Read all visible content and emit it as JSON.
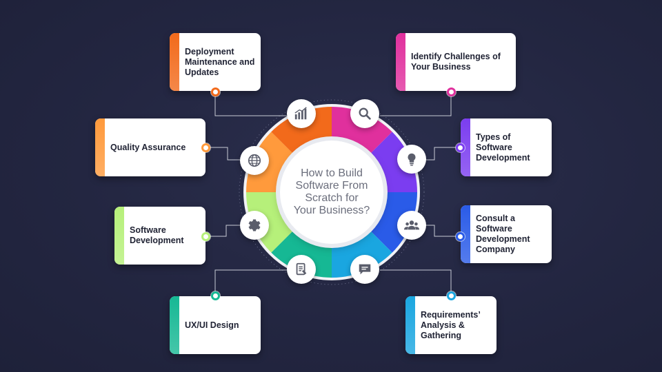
{
  "center": {
    "lines": [
      "How to Build",
      "Software From",
      "Scratch for",
      "Your Business?"
    ]
  },
  "steps": [
    {
      "label": "Identify Challenges of Your Business",
      "color": "#e0309d"
    },
    {
      "label": "Types of Software Development",
      "color": "#7b3df0"
    },
    {
      "label": "Consult a Software Development Company",
      "color": "#2a5be8"
    },
    {
      "label": "Requirements’ Analysis & Gathering",
      "color": "#1aa6e0"
    },
    {
      "label": "UX/UI Design",
      "color": "#16b894"
    },
    {
      "label": "Software Development",
      "color": "#b6f07a"
    },
    {
      "label": "Quality Assurance",
      "color": "#ff9a3c"
    },
    {
      "label": "Deployment Maintenance and Updates",
      "color": "#f26a1b"
    }
  ],
  "icons": [
    "search-icon",
    "lightbulb-icon",
    "team-icon",
    "chat-icon",
    "document-icon",
    "gear-icon",
    "globe-icon",
    "bar-chart-icon"
  ],
  "ring_colors": [
    "#e0309d",
    "#7b3df0",
    "#2a5be8",
    "#1aa6e0",
    "#16b894",
    "#b6f07a",
    "#ff9a3c",
    "#f26a1b"
  ]
}
